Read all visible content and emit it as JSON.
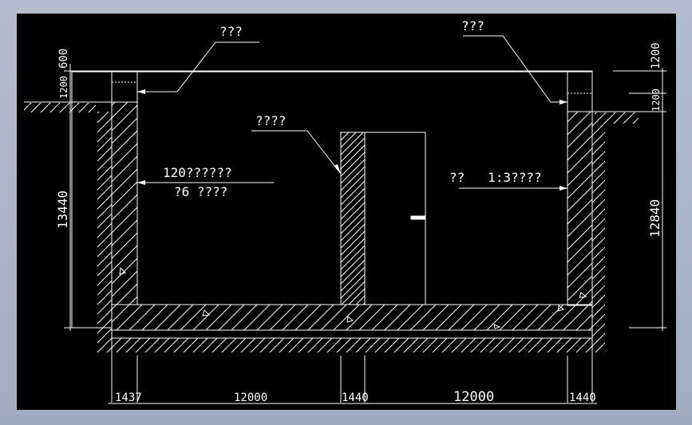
{
  "colors": {
    "background": "#000000",
    "line": "#ffffff",
    "frame": "#a9b3c7"
  },
  "labels": {
    "top_left": "???",
    "top_right": "???",
    "center": "????",
    "left_wall_line1": "120??????",
    "left_wall_line2": "?6 ????",
    "right_wall": "??   1:3????"
  },
  "dimensions": {
    "left_top_600": "600",
    "left_top_1200": "1200",
    "left_height": "13440",
    "right_top_1200": "1200",
    "right_top_1200b": "1200",
    "right_height": "12840",
    "bottom": [
      "1437",
      "12000",
      "1440",
      "12000",
      "1440"
    ]
  }
}
